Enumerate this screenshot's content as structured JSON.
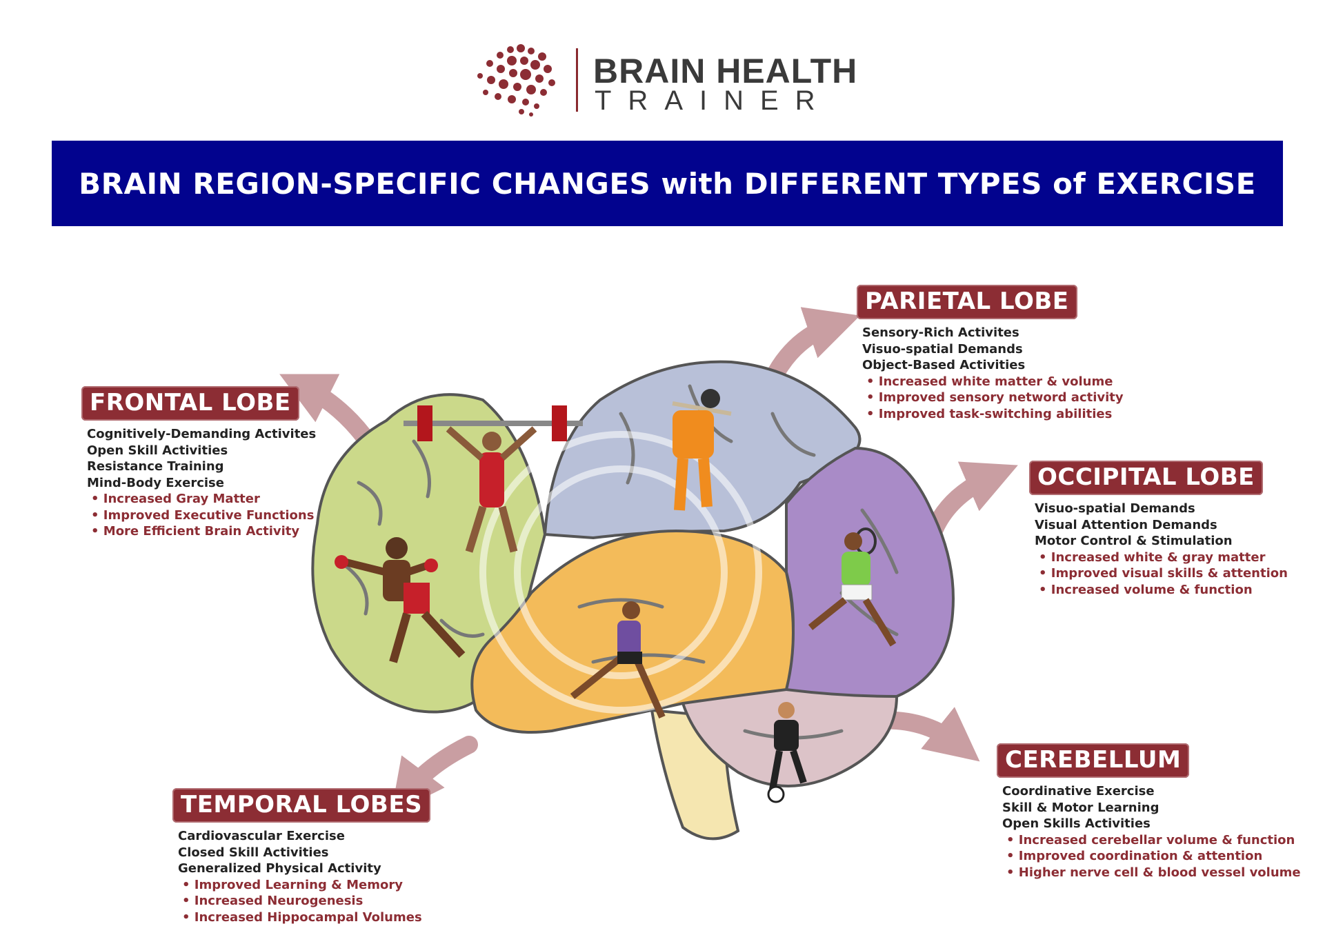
{
  "logo": {
    "line1": "BRAIN HEALTH",
    "line2": "TRAINER",
    "brand_color": "#8c2d34",
    "icon": "brain-dots-icon"
  },
  "banner": {
    "title": "BRAIN REGION-SPECIFIC CHANGES with DIFFERENT TYPES of EXERCISE",
    "color": "#02038e"
  },
  "colors": {
    "frontal": "#cbd98a",
    "parietal": "#b8c0d8",
    "occipital": "#a98bc7",
    "temporal": "#f3bb5a",
    "cerebellum": "#dcc3c8",
    "brainstem": "#f5e6b0",
    "arrow": "#c99ea2",
    "tag": "#8c2d34"
  },
  "athletes": [
    {
      "sport": "weightlifting",
      "icon": "weightlifter-icon"
    },
    {
      "sport": "boxing",
      "icon": "boxer-icon"
    },
    {
      "sport": "baseball",
      "icon": "baseball-player-icon"
    },
    {
      "sport": "running",
      "icon": "runner-icon"
    },
    {
      "sport": "tennis",
      "icon": "tennis-player-icon"
    },
    {
      "sport": "soccer",
      "icon": "soccer-player-icon"
    }
  ],
  "lobes": {
    "frontal": {
      "title": "FRONTAL LOBE",
      "activities": [
        "Cognitively-Demanding Activites",
        "Open Skill Activities",
        "Resistance Training",
        "Mind-Body Exercise"
      ],
      "benefits": [
        "Increased Gray Matter",
        "Improved Executive Functions",
        "More Efficient Brain Activity"
      ]
    },
    "parietal": {
      "title": "PARIETAL LOBE",
      "activities": [
        "Sensory-Rich Activites",
        "Visuo-spatial Demands",
        "Object-Based Activities"
      ],
      "benefits": [
        "Increased white matter & volume",
        "Improved sensory netword activity",
        "Improved task-switching abilities"
      ]
    },
    "occipital": {
      "title": "OCCIPITAL LOBE",
      "activities": [
        "Visuo-spatial Demands",
        "Visual Attention Demands",
        "Motor Control & Stimulation"
      ],
      "benefits": [
        "Increased white & gray matter",
        "Improved visual skills & attention",
        "Increased volume & function"
      ]
    },
    "temporal": {
      "title": "TEMPORAL LOBES",
      "activities": [
        "Cardiovascular Exercise",
        "Closed Skill Activities",
        "Generalized Physical Activity"
      ],
      "benefits": [
        "Improved Learning & Memory",
        "Increased Neurogenesis",
        "Increased Hippocampal Volumes"
      ]
    },
    "cerebellum": {
      "title": "CEREBELLUM",
      "activities": [
        "Coordinative Exercise",
        "Skill & Motor Learning",
        "Open Skills Activities"
      ],
      "benefits": [
        "Increased cerebellar volume & function",
        "Improved coordination & attention",
        "Higher nerve cell & blood vessel volume"
      ]
    }
  }
}
